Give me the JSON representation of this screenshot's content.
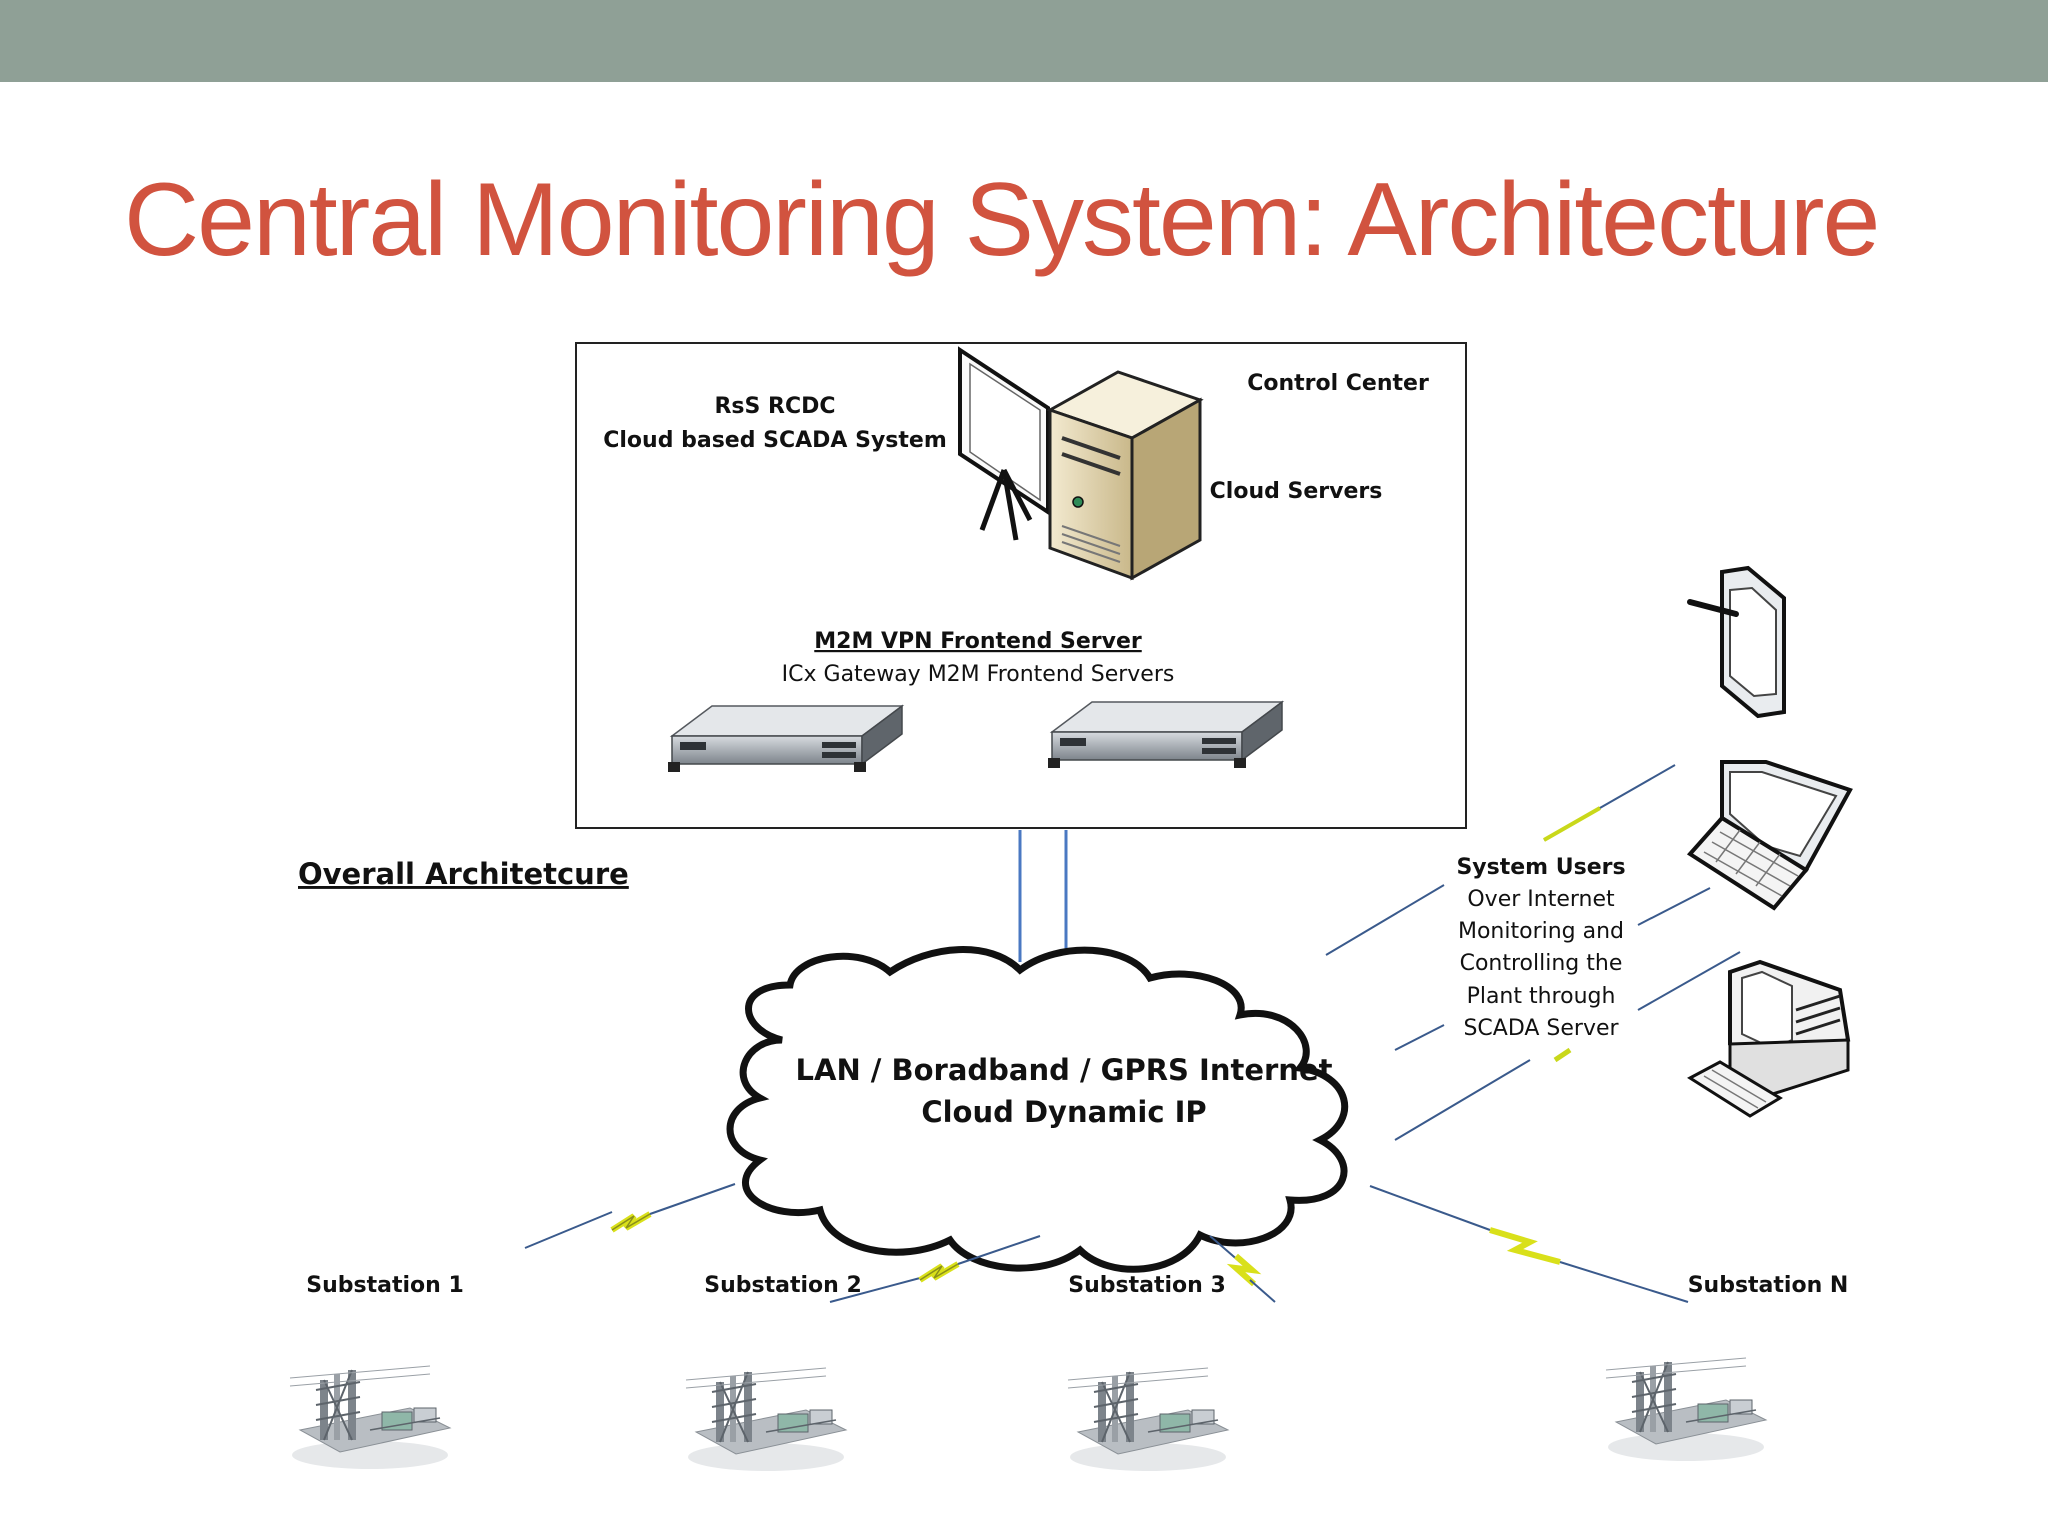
{
  "slide": {
    "title": "Central Monitoring System: Architecture",
    "band_color": "#8fa096",
    "title_color": "#d1533f"
  },
  "control_center": {
    "label": "Control Center",
    "rcdc_line1": "RsS RCDC",
    "rcdc_line2": "Cloud based SCADA System",
    "cloud_servers": "Cloud Servers",
    "frontend_title": "M2M VPN Frontend Server",
    "frontend_subtitle": "ICx Gateway M2M Frontend Servers"
  },
  "overall_label": "Overall Architetcure",
  "cloud": {
    "line1": "LAN / Boradband / GPRS Internet",
    "line2": "Cloud Dynamic IP"
  },
  "system_users": {
    "title": "System Users",
    "lines": [
      "Over Internet",
      "Monitoring and",
      "Controlling the",
      "Plant through",
      "SCADA Server"
    ]
  },
  "substations": [
    {
      "label": "Substation 1"
    },
    {
      "label": "Substation 2"
    },
    {
      "label": "Substation 3"
    },
    {
      "label": "Substation N"
    }
  ],
  "icons": [
    "projector-screen-icon",
    "tower-server-icon",
    "rack-server-icon",
    "tablet-icon",
    "laptop-icon",
    "desktop-computer-icon",
    "substation-icon",
    "lightning-link-icon"
  ]
}
